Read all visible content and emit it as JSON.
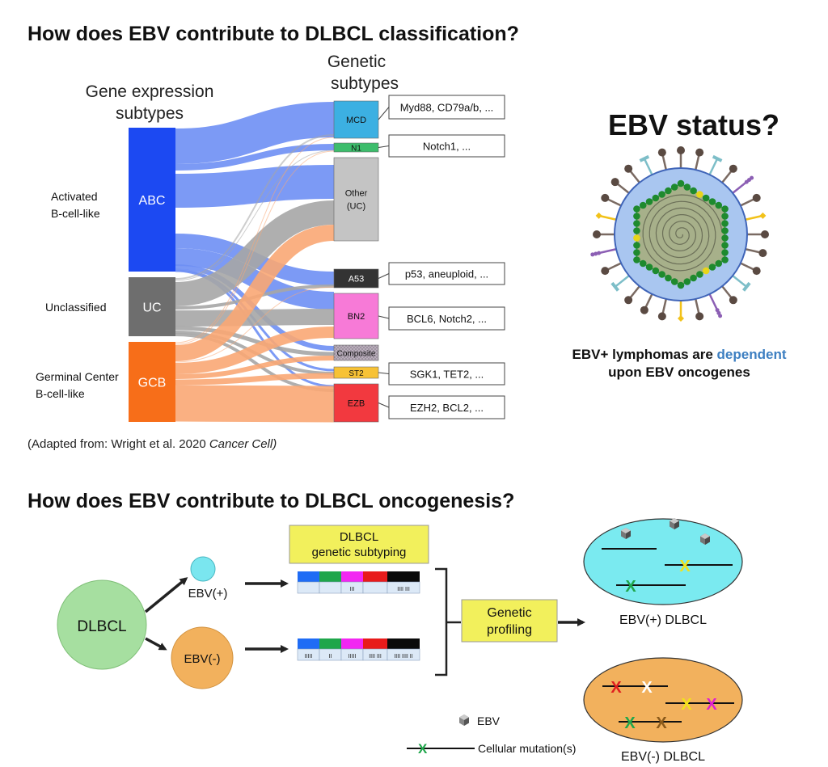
{
  "titles": {
    "classification": "How does EBV contribute to DLBCL classification?",
    "oncogenesis": "How does EBV contribute to DLBCL oncogenesis?"
  },
  "caption": {
    "prefix": "(Adapted from: Wright et al. 2020 ",
    "journal": "Cancer Cell)"
  },
  "sankey": {
    "left_header": [
      "Gene expression",
      "subtypes"
    ],
    "right_header": [
      "Genetic",
      "subtypes"
    ],
    "left_nodes": [
      {
        "id": "ABC",
        "label": "ABC",
        "side_label": [
          "Activated",
          "B-cell-like"
        ],
        "color": "#1c49f2"
      },
      {
        "id": "UC",
        "label": "UC",
        "side_label": [
          "Unclassified"
        ],
        "color": "#6e6e6e"
      },
      {
        "id": "GCB",
        "label": "GCB",
        "side_label": [
          "Germinal Center",
          "B-cell-like"
        ],
        "color": "#f76e19"
      }
    ],
    "right_nodes": [
      {
        "id": "MCD",
        "label": [
          "MCD"
        ],
        "color": "#3cb0e2",
        "text_color": "#111111",
        "genes": "Myd88, CD79a/b, ..."
      },
      {
        "id": "N1",
        "label": [
          "N1"
        ],
        "color": "#3dbd6c",
        "text_color": "#111111",
        "genes": "Notch1, ..."
      },
      {
        "id": "Other",
        "label": [
          "Other",
          "(UC)"
        ],
        "color": "#c4c4c4",
        "text_color": "#111111",
        "genes": ""
      },
      {
        "id": "A53",
        "label": [
          "A53"
        ],
        "color": "#333333",
        "text_color": "#ffffff",
        "genes": "p53, aneuploid, ..."
      },
      {
        "id": "BN2",
        "label": [
          "BN2"
        ],
        "color": "#f77ad7",
        "text_color": "#111111",
        "genes": "BCL6, Notch2, ..."
      },
      {
        "id": "Composite",
        "label": [
          "Composite"
        ],
        "color": "#9b8e9c",
        "text_color": "#111111",
        "genes": ""
      },
      {
        "id": "ST2",
        "label": [
          "ST2"
        ],
        "color": "#f7c235",
        "text_color": "#111111",
        "genes": "SGK1, TET2, ..."
      },
      {
        "id": "EZB",
        "label": [
          "EZB"
        ],
        "color": "#f2393f",
        "text_color": "#111111",
        "genes": "EZH2, BCL2, ..."
      }
    ],
    "flow_colors": {
      "ABC": "#6e8ff4",
      "UC": "#a6a6a6",
      "GCB": "#f9a774"
    }
  },
  "ebv": {
    "status": "EBV status?",
    "note_line1_a": "EBV+ lymphomas are ",
    "note_line1_b": "dependent",
    "note_line2": "upon EBV oncogenes"
  },
  "workflow": {
    "dlbcl": "DLBCL",
    "ebv_pos": "EBV(+)",
    "ebv_neg": "EBV(-)",
    "subtyping": [
      "DLBCL",
      "genetic subtyping"
    ],
    "profiling": [
      "Genetic",
      "profiling"
    ],
    "result_pos": "EBV(+) DLBCL",
    "result_neg": "EBV(-) DLBCL",
    "legend_ebv": "EBV",
    "legend_mutation": "Cellular mutation(s)",
    "track_colors": [
      "#1f6cf5",
      "#1fa64b",
      "#f227f2",
      "#e81b1b",
      "#0a0a0a"
    ],
    "ebv_pos_tallies": [
      "",
      "",
      "III",
      "",
      "IIII III"
    ],
    "ebv_neg_tallies": [
      "IIIII",
      "II",
      "IIIII",
      "IIII III",
      "IIII IIII II"
    ],
    "pos_mutations": [
      "#f2e21a",
      "#1fa64b"
    ],
    "neg_mutations": [
      "#e01f1f",
      "#ffffff",
      "#f2e21a",
      "#e020d0",
      "#1fa64b",
      "#8b5a1a"
    ]
  }
}
